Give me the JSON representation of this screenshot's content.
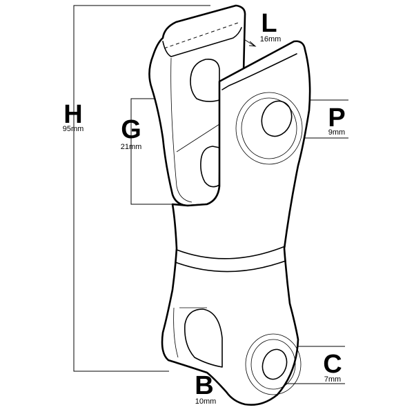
{
  "dimensions": {
    "H": {
      "letter": "H",
      "value": "95mm"
    },
    "L": {
      "letter": "L",
      "value": "16mm"
    },
    "G": {
      "letter": "G",
      "value": "21mm"
    },
    "P": {
      "letter": "P",
      "value": "9mm"
    },
    "B": {
      "letter": "B",
      "value": "10mm"
    },
    "C": {
      "letter": "C",
      "value": "7mm"
    }
  }
}
